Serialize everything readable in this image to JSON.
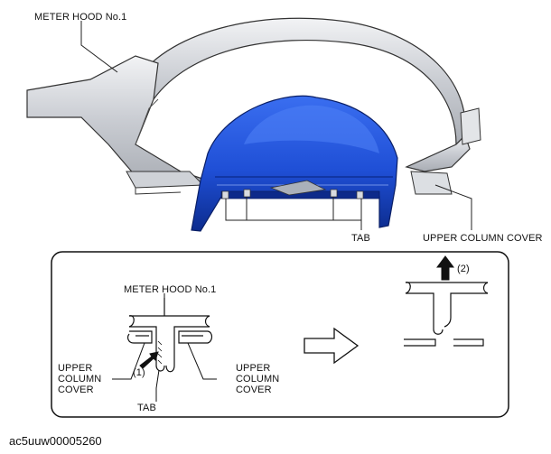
{
  "labels": {
    "meter_hood_top": "METER HOOD No.1",
    "tab_top": "TAB",
    "upper_column_cover_top": "UPPER COLUMN COVER",
    "meter_hood_detail": "METER HOOD No.1",
    "upper_column_cover_left": [
      "UPPER",
      "COLUMN",
      "COVER"
    ],
    "upper_column_cover_right": [
      "UPPER",
      "COLUMN",
      "COVER"
    ],
    "step1": "(1)",
    "tab_detail": "TAB",
    "step2": "(2)"
  },
  "figure_id": "ac5uuw00005260",
  "colors": {
    "cover_blue": "#1e4fd0",
    "cover_dark": "#0d2a8a",
    "hood_gray": "#d6d8dc",
    "outline": "#222222"
  }
}
